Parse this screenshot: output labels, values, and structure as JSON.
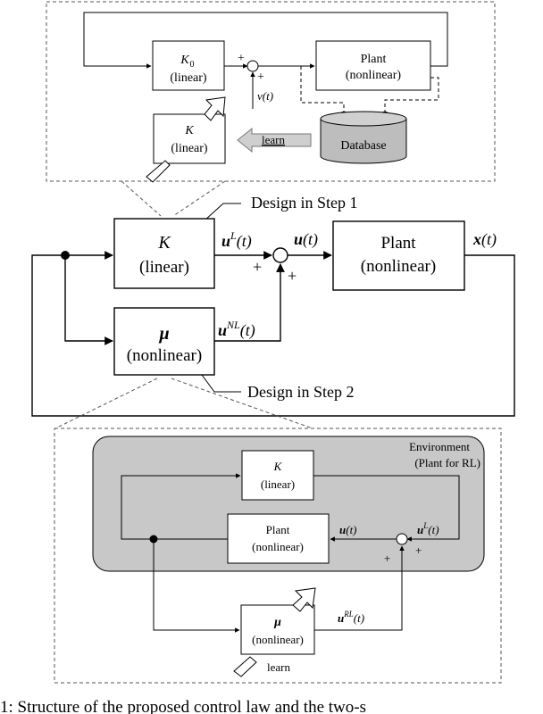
{
  "top_inset": {
    "k0_block": {
      "symbol": "K",
      "subscript": "0",
      "type": "(linear)"
    },
    "k_block": {
      "symbol": "K",
      "type": "(linear)"
    },
    "plant_block": {
      "name": "Plant",
      "type": "(nonlinear)"
    },
    "database_label": "Database",
    "learn_label": "learn",
    "plus_top": "+",
    "plus_right": "+",
    "nu_signal": "ν(t)"
  },
  "middle": {
    "step1_label": "Design in Step 1",
    "step2_label": "Design in Step 2",
    "k_block": {
      "symbol": "K",
      "type": "(linear)"
    },
    "mu_block": {
      "symbol": "μ",
      "type": "(nonlinear)"
    },
    "plant_block": {
      "name": "Plant",
      "type": "(nonlinear)"
    },
    "uL_signal": {
      "base": "u",
      "sup": "L",
      "arg": "(t)"
    },
    "uNL_signal": {
      "base": "u",
      "sup": "NL",
      "arg": "(t)"
    },
    "u_signal": {
      "base": "u",
      "arg": "(t)"
    },
    "x_signal": {
      "base": "x",
      "arg": "(t)"
    },
    "plus_left": "+",
    "plus_bottom": "+"
  },
  "bottom_inset": {
    "environment_label": "Environment",
    "environment_sub": "(Plant for RL)",
    "k_block": {
      "symbol": "K",
      "type": "(linear)"
    },
    "plant_block": {
      "name": "Plant",
      "type": "(nonlinear)"
    },
    "mu_block": {
      "symbol": "μ",
      "type": "(nonlinear)"
    },
    "u_signal": {
      "base": "u",
      "arg": "(t)"
    },
    "uL_signal": {
      "base": "u",
      "sup": "L",
      "arg": "(t)"
    },
    "uRL_signal": {
      "base": "u",
      "sup": "RL",
      "arg": "(t)"
    },
    "plus_left": "+",
    "plus_right": "+",
    "learn_label": "learn"
  },
  "caption": "1: Structure of the proposed control law and the two-s"
}
